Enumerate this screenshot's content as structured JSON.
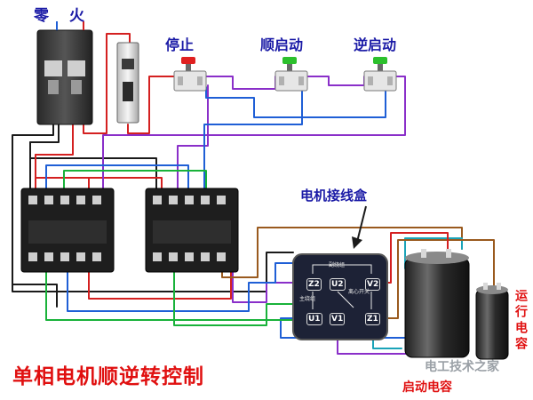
{
  "labels": {
    "neutral": "零",
    "live": "火",
    "stop": "停止",
    "forward_start": "顺启动",
    "reverse_start": "逆启动",
    "junction_box": "电机接线盒",
    "title": "单相电机顺逆转控制",
    "start_capacitor": "启动电容",
    "run_capacitor": "运行电容",
    "watermark": "电工技术之家"
  },
  "terminals": {
    "z2": "Z2",
    "u2": "U2",
    "v2": "V2",
    "u1": "U1",
    "v1": "V1",
    "z1": "Z1"
  },
  "box_notes": {
    "aux": "副绕组",
    "main": "主绕组",
    "cap": "离心开关"
  },
  "colors": {
    "label_blue": "#1a1aa6",
    "title_red": "#e01010",
    "wire_black": "#1a1a1a",
    "wire_red": "#d42020",
    "wire_blue": "#1f5fd6",
    "wire_green": "#19b23a",
    "wire_purple": "#8a2fc9",
    "wire_brown": "#9a5a1e",
    "wire_cyan": "#1aa3b8",
    "stop_button": "#e02020",
    "start_button": "#2cc02c"
  },
  "icons": [
    "breaker-icon",
    "fuse-icon",
    "push-button-icon",
    "contactor-icon",
    "motor-junction-box-icon",
    "capacitor-icon",
    "arrow-icon"
  ]
}
